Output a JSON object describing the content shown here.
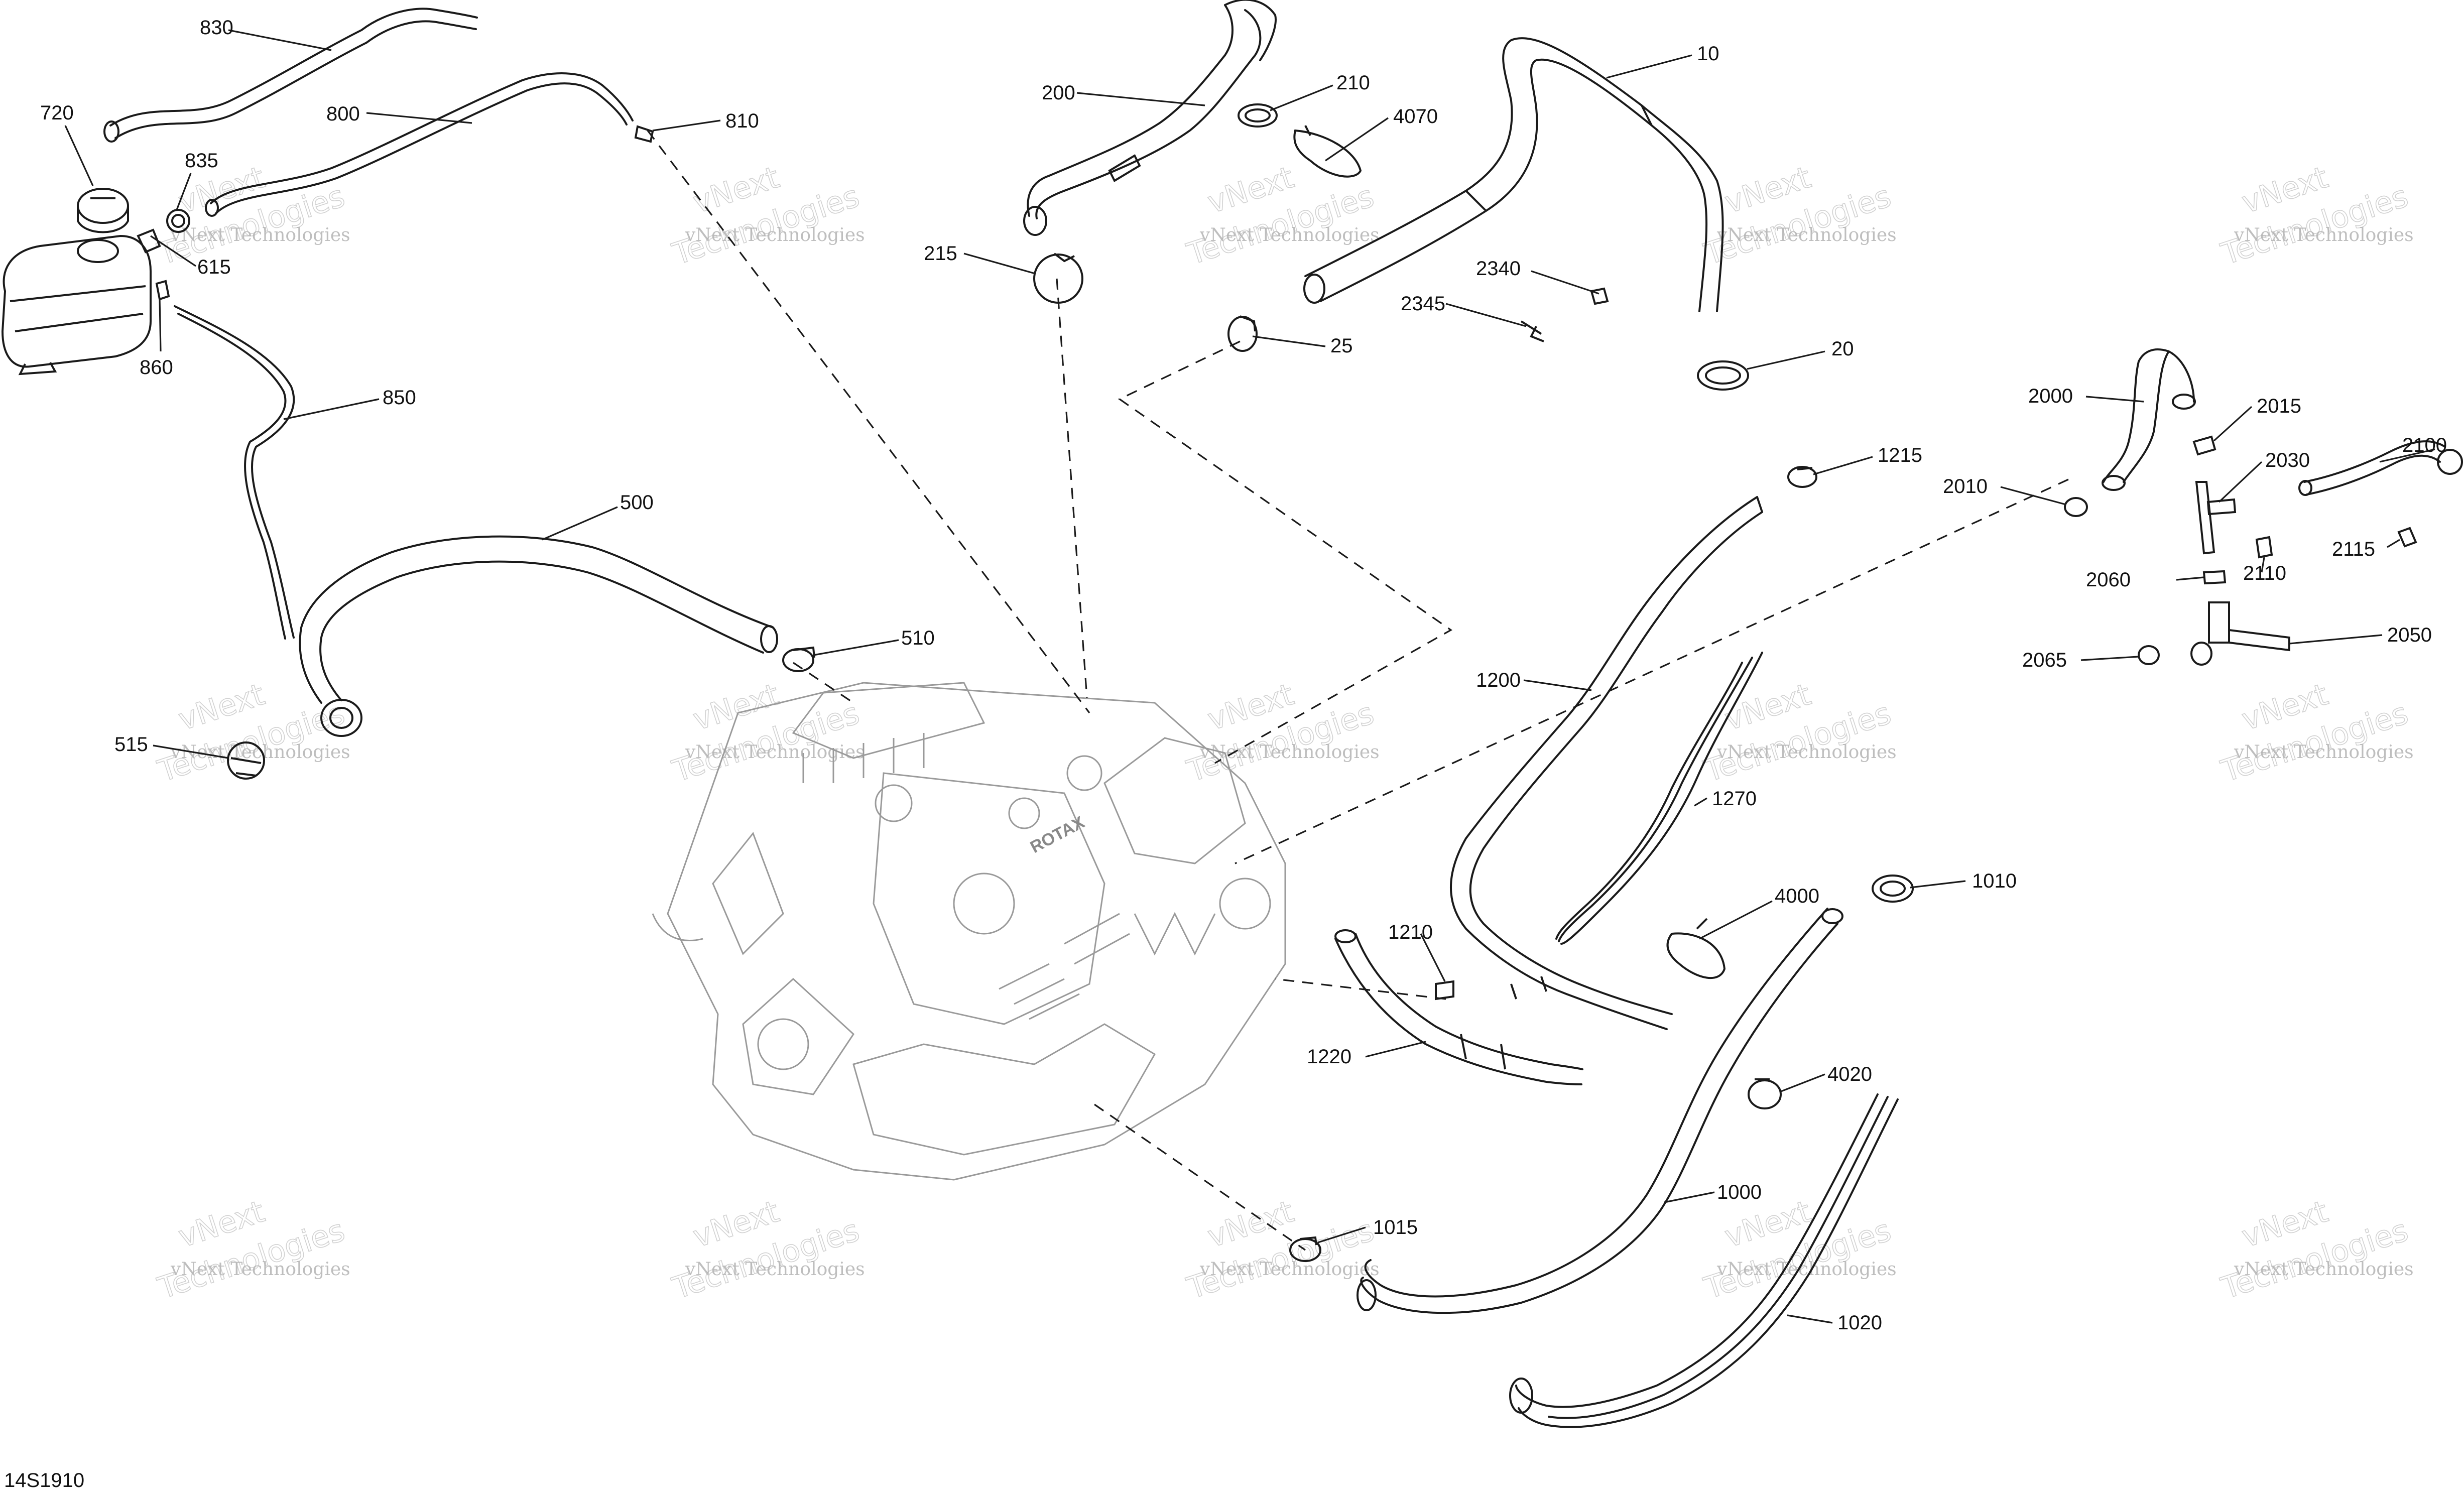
{
  "diagram": {
    "code": "14S1910",
    "engine_brand": "ROTAX",
    "watermark": {
      "line1": "vNext Technologies",
      "line2": "vNext",
      "line3": "Technologies"
    },
    "labels": {
      "l830": "830",
      "l720": "720",
      "l800": "800",
      "l810": "810",
      "l835": "835",
      "l615": "615",
      "l860": "860",
      "l850": "850",
      "l500": "500",
      "l510": "510",
      "l515": "515",
      "l200": "200",
      "l210": "210",
      "l4070": "4070",
      "l215": "215",
      "l25": "25",
      "l10": "10",
      "l2340": "2340",
      "l2345": "2345",
      "l20": "20",
      "l1215": "1215",
      "l1200": "1200",
      "l1270": "1270",
      "l1210": "1210",
      "l1220": "1220",
      "l4000": "4000",
      "l1010": "1010",
      "l4020": "4020",
      "l1000": "1000",
      "l1015": "1015",
      "l1020": "1020",
      "l2000": "2000",
      "l2015": "2015",
      "l2010": "2010",
      "l2030": "2030",
      "l2100": "2100",
      "l2110": "2110",
      "l2115": "2115",
      "l2060": "2060",
      "l2050": "2050",
      "l2065": "2065"
    }
  }
}
